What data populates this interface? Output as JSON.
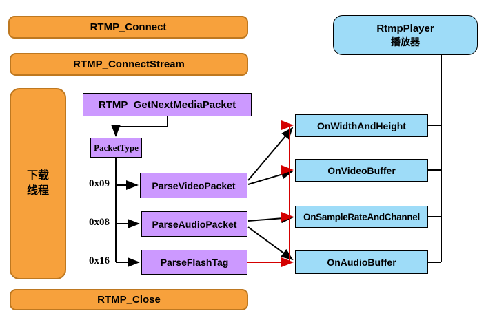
{
  "colors": {
    "bg": "#FFFFFF",
    "orange": "#F7A13C",
    "orange-border": "#BE7820",
    "purple": "#CC99FF",
    "blue": "#9EDCF8",
    "red": "#D40000",
    "line": "#000000"
  },
  "left": {
    "rtmp_connect": "RTMP_Connect",
    "rtmp_connect_stream": "RTMP_ConnectStream",
    "download_thread": {
      "line1": "下载",
      "line2": "线程"
    },
    "rtmp_close": "RTMP_Close"
  },
  "pipeline": {
    "get_next_media_packet": "RTMP_GetNextMediaPacket",
    "packet_type": "PacketType",
    "branches": [
      {
        "code": "0x09",
        "handler": "ParseVideoPacket"
      },
      {
        "code": "0x08",
        "handler": "ParseAudioPacket"
      },
      {
        "code": "0x16",
        "handler": "ParseFlashTag"
      }
    ]
  },
  "player": {
    "title_line1": "RtmpPlayer",
    "title_line2": "播放器",
    "callbacks": [
      "OnWidthAndHeight",
      "OnVideoBuffer",
      "OnSampleRateAndChannel",
      "OnAudioBuffer"
    ]
  }
}
